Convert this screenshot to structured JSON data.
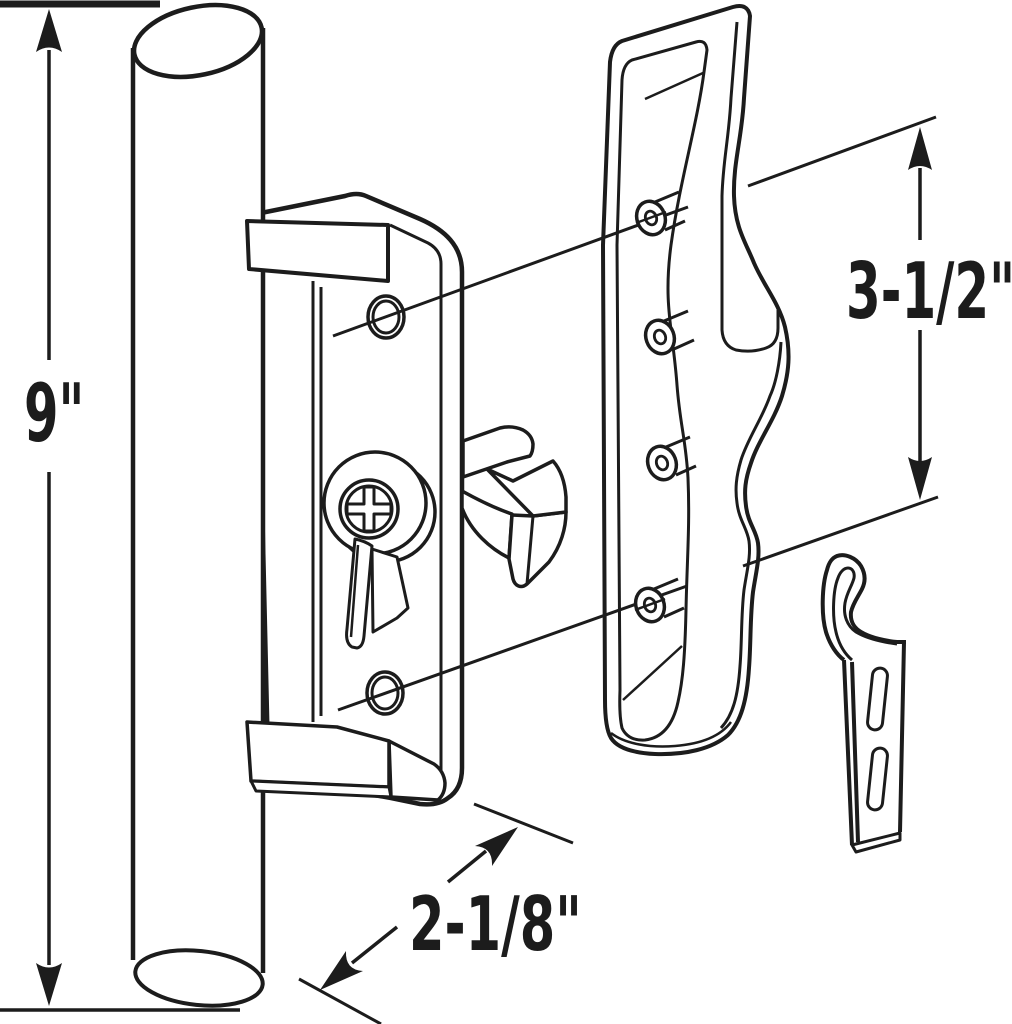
{
  "figure": {
    "background": "#ffffff",
    "line_color": "#1c1c1c"
  },
  "dimensions": {
    "handle_height": {
      "label": "9\""
    },
    "hole_spacing": {
      "label": "3-1/2\""
    },
    "latch_depth": {
      "label": "2-1/8\""
    }
  }
}
